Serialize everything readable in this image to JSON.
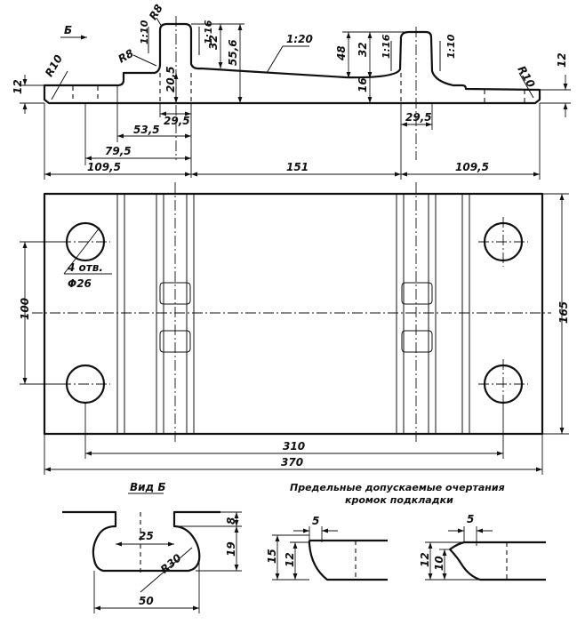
{
  "view_label": "Вид Б",
  "view_letter": "Б",
  "note": {
    "line1": "Предельные допускаемые очертания",
    "line2": "кромок подкладки"
  },
  "holes_callout": {
    "line1": "4 отв.",
    "line2": "Φ26"
  },
  "dims": {
    "r8_left": "R8",
    "r8_top": "R8",
    "slope_1_10_left": "1:10",
    "slope_1_16_left": "1:16",
    "slope_1_20": "1:20",
    "slope_1_16_right": "1:16",
    "slope_1_10_right": "1:10",
    "h_32_left": "32",
    "h_55_6": "55,6",
    "h_20_5": "20,5",
    "h_48": "48",
    "h_32_right": "32",
    "h_16": "16",
    "h_12_left": "12",
    "h_12_right": "12",
    "r10_left": "R10",
    "r10_right": "R10",
    "w_29_5_left": "29,5",
    "w_53_5": "53,5",
    "w_79_5": "79,5",
    "w_109_5_left": "109,5",
    "w_151": "151",
    "w_29_5_right": "29,5",
    "w_109_5_right": "109,5",
    "v_100": "100",
    "v_165": "165",
    "w_310": "310",
    "w_370": "370",
    "b_25": "25",
    "b_r30": "R30",
    "b_50": "50",
    "b_8": "8",
    "b_19": "19",
    "e1_5": "5",
    "e1_15": "15",
    "e1_12": "12",
    "e2_5": "5",
    "e2_12": "12",
    "e2_10": "10"
  }
}
